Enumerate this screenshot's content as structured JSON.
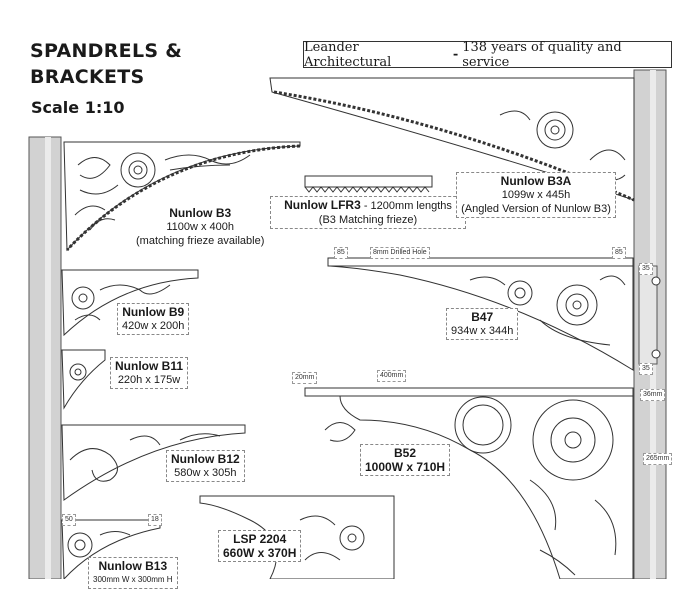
{
  "heading": {
    "line1": "SPANDRELS &",
    "line2": "BRACKETS",
    "scale": "Scale 1:10"
  },
  "banner": {
    "pre": "Leander Architectural",
    "sep": "-",
    "post": "138 years of quality and service"
  },
  "items": {
    "b3": {
      "name": "Nunlow B3",
      "size": "1100w x 400h",
      "note": "(matching frieze available)"
    },
    "lfr3": {
      "name": "Nunlow LFR3",
      "rest": " - 1200mm lengths",
      "note": "(B3 Matching frieze)"
    },
    "b3a": {
      "name": "Nunlow B3A",
      "size": "1099w x 445h",
      "note": "(Angled Version of Nunlow B3)"
    },
    "b9": {
      "name": "Nunlow B9",
      "size": "420w x 200h"
    },
    "b11": {
      "name": "Nunlow B11",
      "size": "220h x 175w"
    },
    "b47": {
      "name": "B47",
      "size": "934w x 344h"
    },
    "b12": {
      "name": "Nunlow B12",
      "size": "580w x 305h"
    },
    "b52": {
      "name": "B52",
      "size": "1000W x 710H"
    },
    "lsp": {
      "name": "LSP 2204",
      "size": "660W x 370H"
    },
    "b13": {
      "name": "Nunlow B13",
      "size": "300mm W x 300mm H"
    }
  },
  "dims": {
    "d85a": "85",
    "d85b": "85",
    "hole": "8mm Drilled Hole",
    "d35a": "35",
    "d35b": "35",
    "d20": "20mm",
    "d400": "400mm",
    "d36": "36mm",
    "d265": "265mm",
    "d18": "18",
    "d50": "50"
  }
}
